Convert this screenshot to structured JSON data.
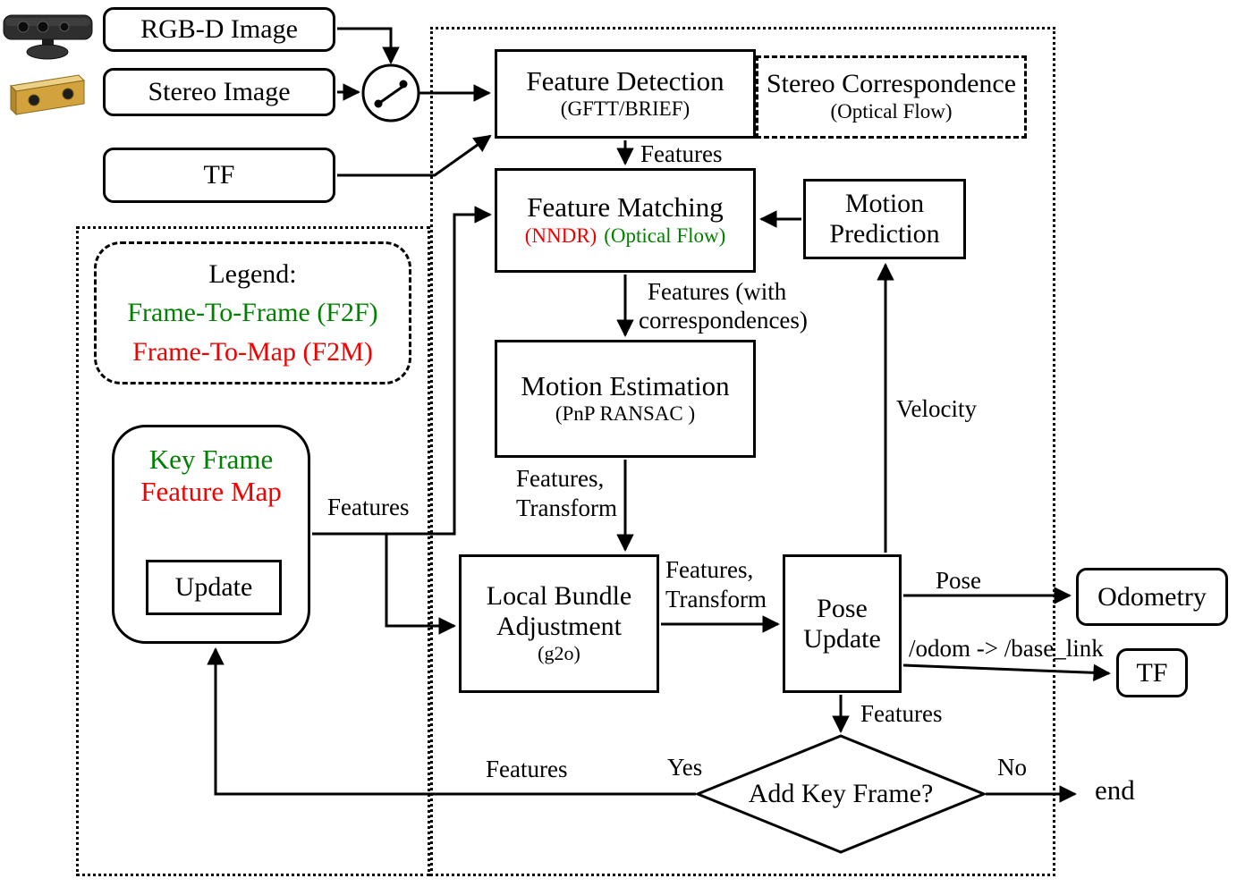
{
  "colors": {
    "green": "#008000",
    "red": "#f20000"
  },
  "inputs": {
    "rgbd": "RGB-D Image",
    "stereo": "Stereo Image",
    "tf": "TF"
  },
  "nodes": {
    "feature_detection": {
      "title": "Feature Detection",
      "subtitle": "(GFTT/BRIEF)"
    },
    "stereo_correspondence": {
      "title": "Stereo Correspondence",
      "subtitle": "(Optical Flow)"
    },
    "feature_matching": {
      "title": "Feature Matching",
      "method_f2m": "(NNDR)",
      "method_f2f": "(Optical Flow)"
    },
    "motion_prediction": {
      "title": "Motion Prediction"
    },
    "motion_estimation": {
      "title": "Motion Estimation",
      "subtitle": "(PnP RANSAC )"
    },
    "local_bundle_adjustment": {
      "title": "Local Bundle Adjustment",
      "subtitle": "(g2o)"
    },
    "pose_update": {
      "title": "Pose Update"
    },
    "odometry": {
      "label": "Odometry"
    },
    "tf_out": {
      "label": "TF"
    },
    "add_key_frame": {
      "label": "Add Key Frame?"
    },
    "key_frame_map": {
      "line1": "Key Frame",
      "line2": "Feature Map",
      "update": "Update"
    }
  },
  "legend": {
    "title": "Legend:",
    "f2f": "Frame-To-Frame (F2F)",
    "f2m": "Frame-To-Map (F2M)"
  },
  "edge_labels": {
    "features_detect": "Features",
    "features_corr_1": "Features (with",
    "features_corr_2": "correspondences)",
    "features_transform_1a": "Features,",
    "features_transform_1b": "Transform",
    "features_transform_2a": "Features,",
    "features_transform_2b": "Transform",
    "velocity": "Velocity",
    "pose": "Pose",
    "odom_base_link": "/odom -> /base_link",
    "features_to_diamond": "Features",
    "features_from_map": "Features",
    "features_yes_path": "Features",
    "yes": "Yes",
    "no": "No",
    "end": "end"
  }
}
